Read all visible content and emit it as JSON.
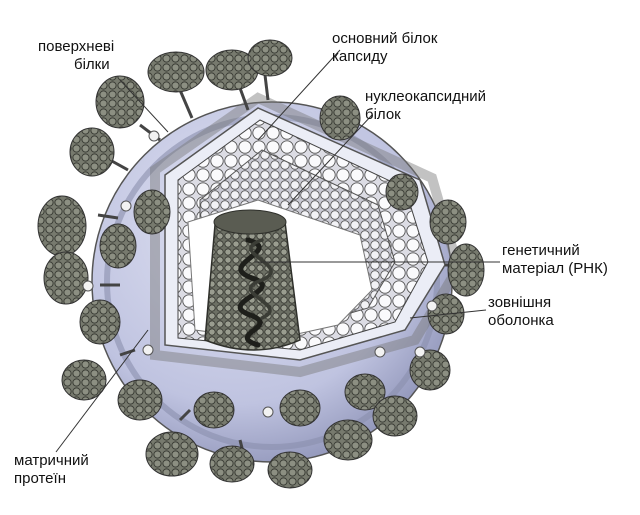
{
  "labels": {
    "surface_proteins": {
      "line1": "поверхневі",
      "line2": "білки"
    },
    "main_capsid_protein": {
      "line1": "основний білок",
      "line2": "капсиду"
    },
    "nucleocapsid_protein": {
      "line1": "нуклеокапсидний",
      "line2": "білок"
    },
    "genetic_material": {
      "line1": "генетичний",
      "line2": "матеріал (РНК)"
    },
    "outer_envelope": {
      "line1": "зовнішня",
      "line2": "оболонка"
    },
    "matrix_protein": {
      "line1": "матричний",
      "line2": "протеїн"
    }
  },
  "colors": {
    "envelope": "#c9cde6",
    "envelope_dark": "#9ea3c4",
    "spike": "#6e7066",
    "spike_dark": "#3d3f38",
    "capsid_ball": "#f4f4f6",
    "core": "#7d8074",
    "line": "#333333"
  }
}
